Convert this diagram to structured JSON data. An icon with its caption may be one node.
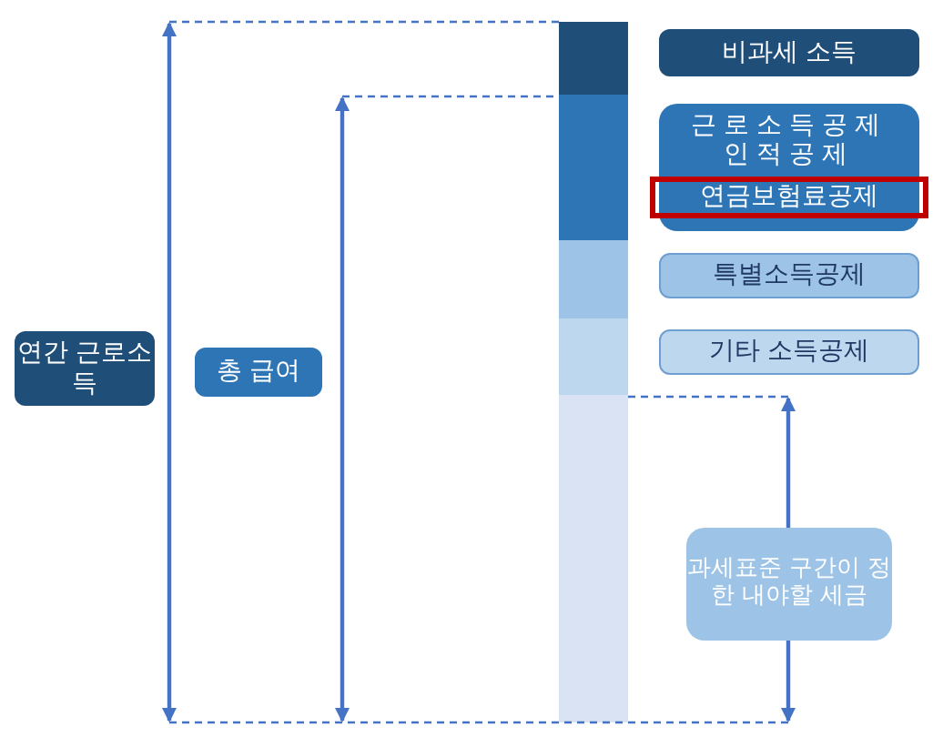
{
  "diagram": {
    "nodes": [
      {
        "text": [
          "연간 근로소득"
        ]
      },
      {
        "text": [
          "총 급여"
        ]
      },
      {
        "text": [
          "비과세 소득"
        ]
      },
      {
        "text": [
          "근로소득공제",
          "인적공제"
        ]
      },
      {
        "text": [
          "연금보험료공제"
        ],
        "in": 3
      },
      {
        "text": [
          "특별소득공제"
        ]
      },
      {
        "text": [
          "기타 소득공제"
        ]
      },
      {
        "text": [
          "과세표준 구간이 정한 내야할 세금"
        ]
      }
    ]
  }
}
